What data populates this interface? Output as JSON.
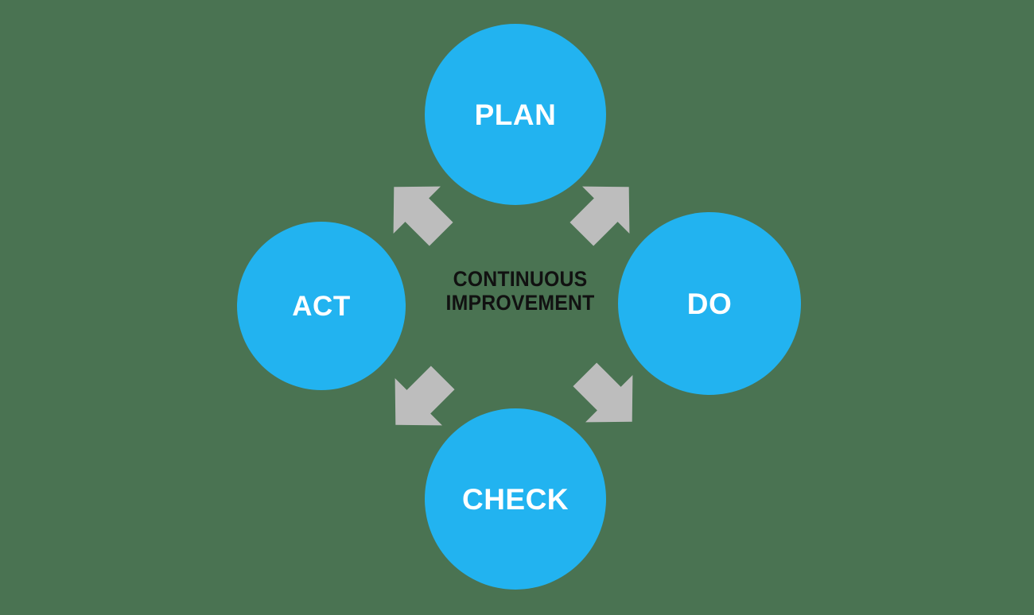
{
  "diagram": {
    "type": "pdca-cycle",
    "background_color": "#4a7352",
    "node_color": "#22b3f0",
    "node_text_color": "#ffffff",
    "arrow_color": "#bdbdbd",
    "center_text_color": "#111111",
    "center_caption": {
      "line1": "CONTINUOUS",
      "line2": "IMPROVEMENT"
    },
    "nodes": [
      {
        "id": "plan",
        "label": "PLAN",
        "position": "top"
      },
      {
        "id": "do",
        "label": "DO",
        "position": "right"
      },
      {
        "id": "check",
        "label": "CHECK",
        "position": "bottom"
      },
      {
        "id": "act",
        "label": "ACT",
        "position": "left"
      }
    ],
    "arrows": [
      {
        "id": "plan-to-do",
        "from": "plan",
        "to": "do",
        "direction": "down-right"
      },
      {
        "id": "do-to-check",
        "from": "do",
        "to": "check",
        "direction": "down-left"
      },
      {
        "id": "check-to-act",
        "from": "check",
        "to": "act",
        "direction": "up-left"
      },
      {
        "id": "act-to-plan",
        "from": "act",
        "to": "plan",
        "direction": "up-right"
      }
    ]
  }
}
